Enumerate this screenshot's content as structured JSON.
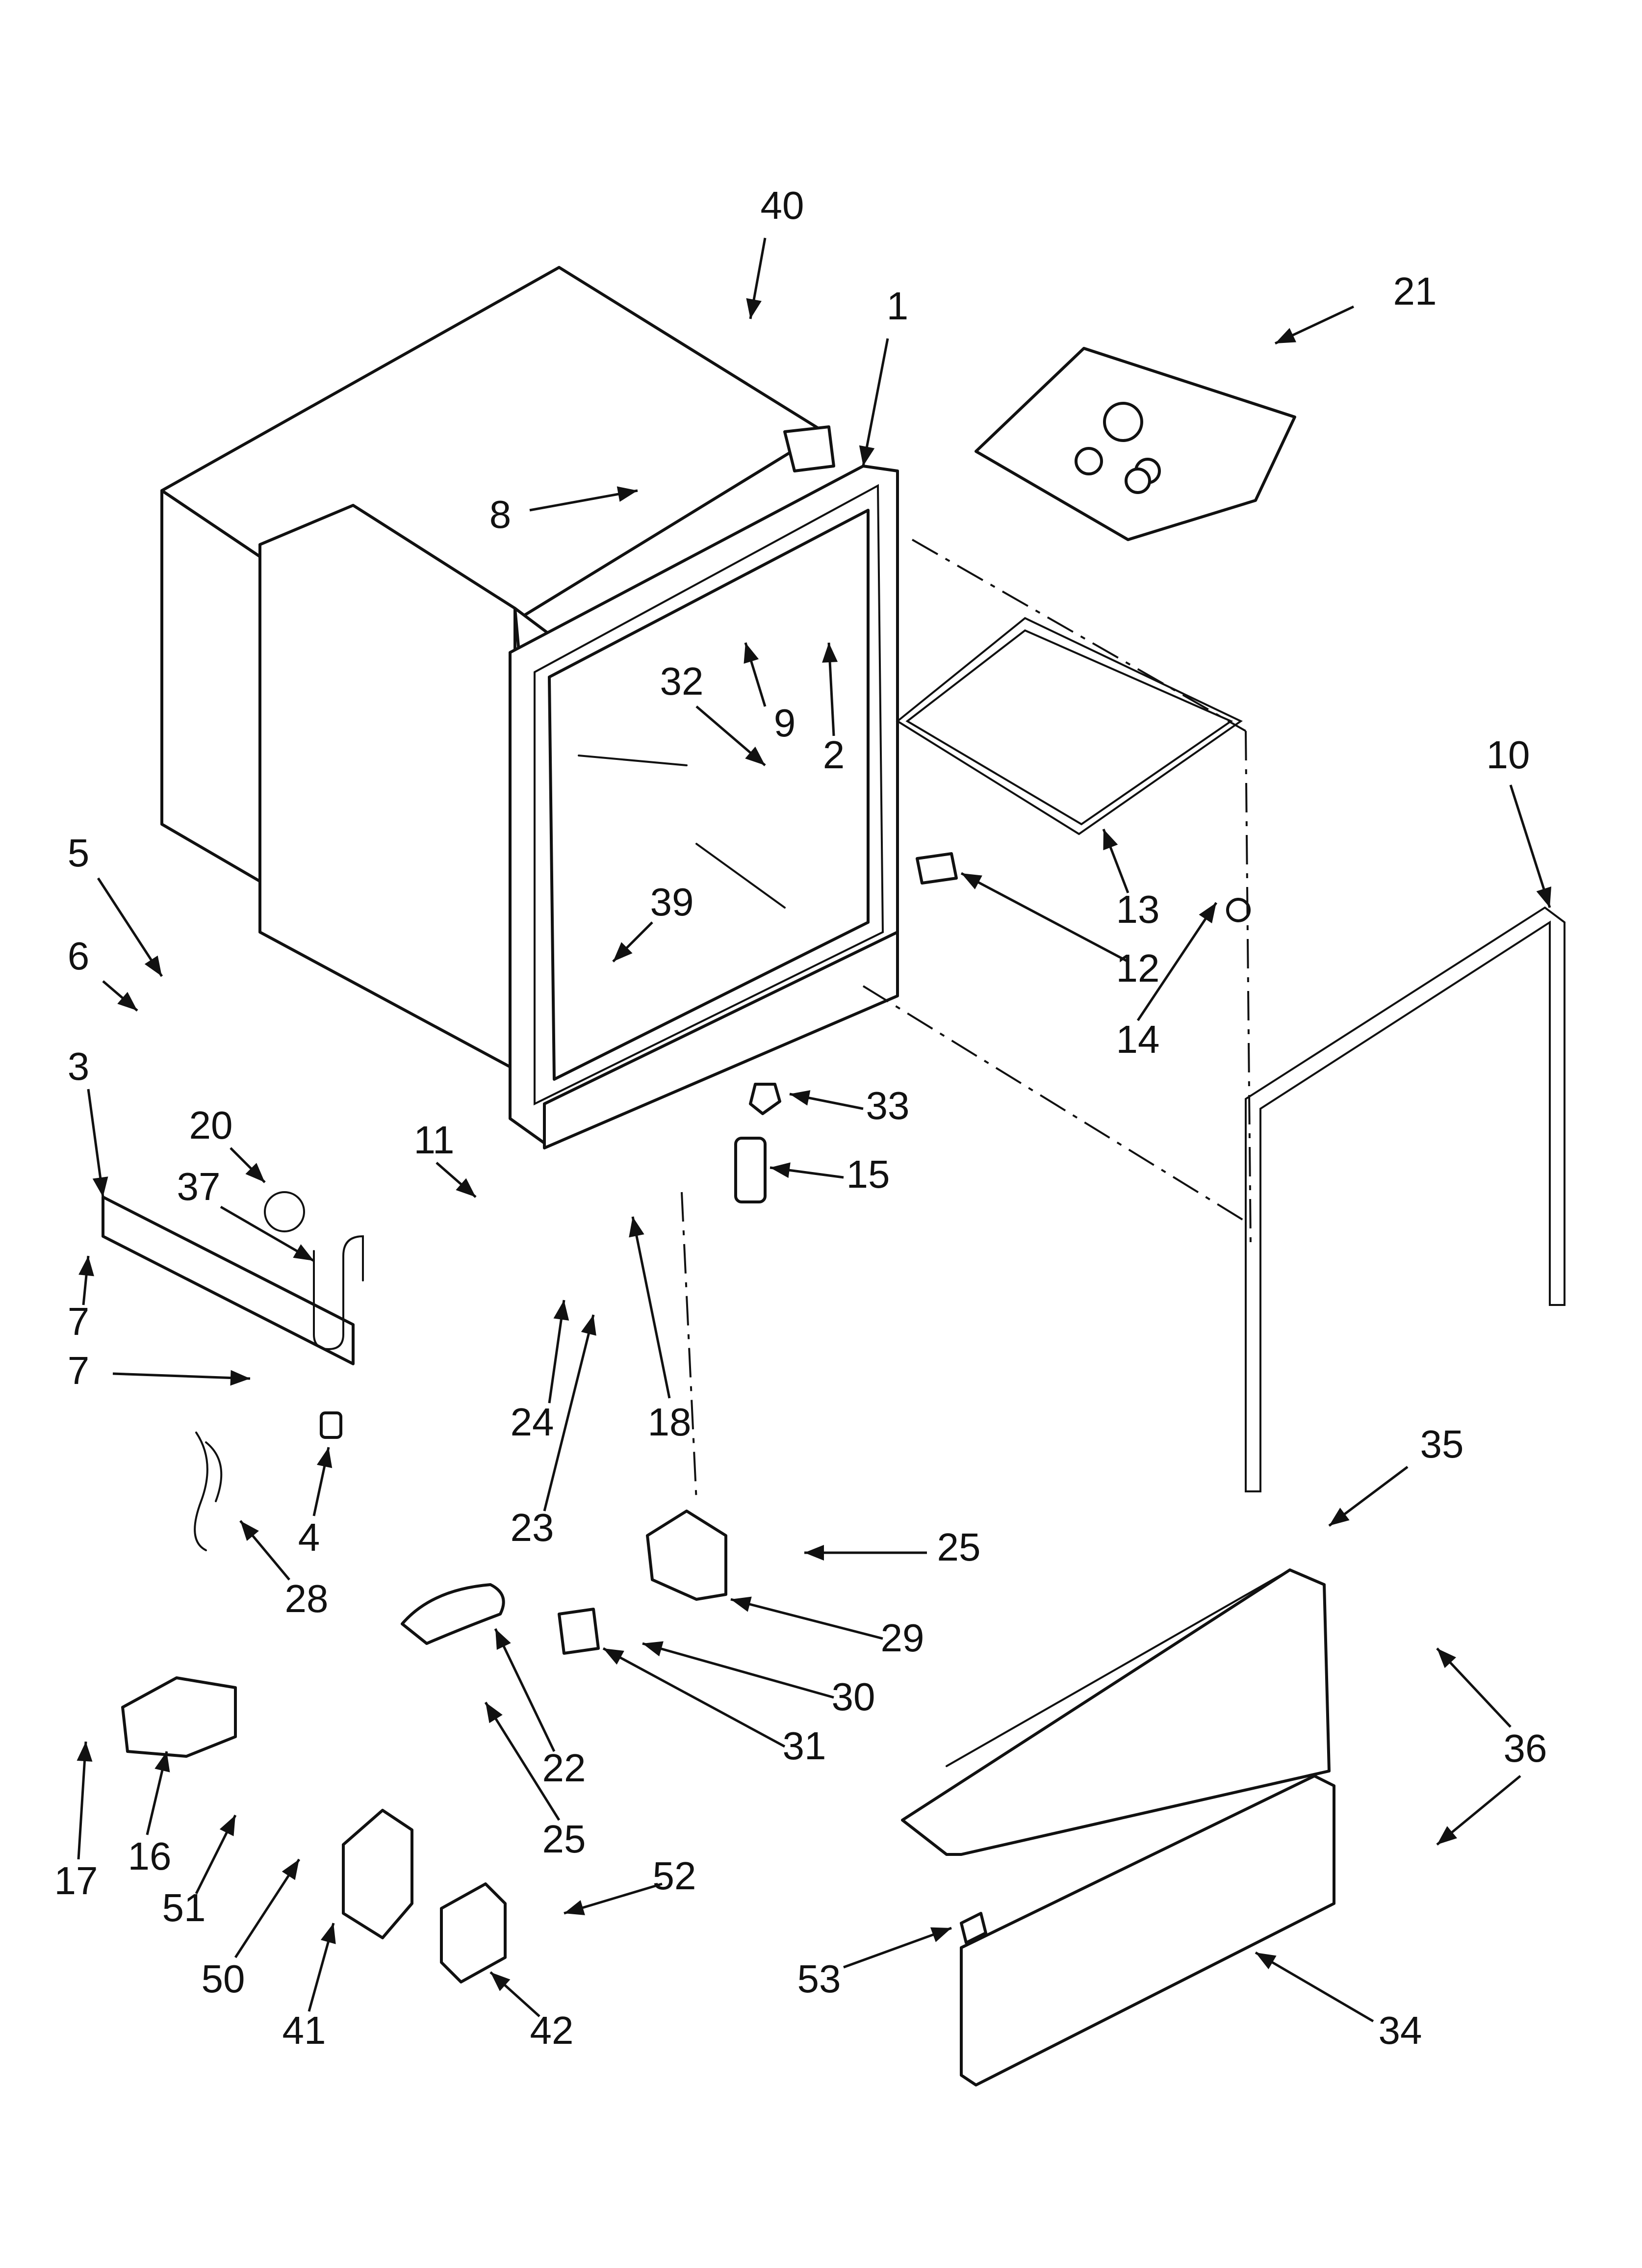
{
  "colors": {
    "line": "#111111",
    "background": "#ffffff"
  },
  "callouts": [
    {
      "id": "p40",
      "label": "40"
    },
    {
      "id": "p1",
      "label": "1"
    },
    {
      "id": "p21",
      "label": "21"
    },
    {
      "id": "p8",
      "label": "8"
    },
    {
      "id": "p9",
      "label": "9"
    },
    {
      "id": "p2",
      "label": "2"
    },
    {
      "id": "p32",
      "label": "32"
    },
    {
      "id": "p10",
      "label": "10"
    },
    {
      "id": "p13",
      "label": "13"
    },
    {
      "id": "p12",
      "label": "12"
    },
    {
      "id": "p14",
      "label": "14"
    },
    {
      "id": "p5",
      "label": "5"
    },
    {
      "id": "p6",
      "label": "6"
    },
    {
      "id": "p39",
      "label": "39"
    },
    {
      "id": "p3",
      "label": "3"
    },
    {
      "id": "p20",
      "label": "20"
    },
    {
      "id": "p11",
      "label": "11"
    },
    {
      "id": "p33",
      "label": "33"
    },
    {
      "id": "p37",
      "label": "37"
    },
    {
      "id": "p15",
      "label": "15"
    },
    {
      "id": "p7a",
      "label": "7"
    },
    {
      "id": "p7b",
      "label": "7"
    },
    {
      "id": "p24",
      "label": "24"
    },
    {
      "id": "p18",
      "label": "18"
    },
    {
      "id": "p4",
      "label": "4"
    },
    {
      "id": "p23",
      "label": "23"
    },
    {
      "id": "p35",
      "label": "35"
    },
    {
      "id": "p28",
      "label": "28"
    },
    {
      "id": "p25a",
      "label": "25"
    },
    {
      "id": "p29",
      "label": "29"
    },
    {
      "id": "p30",
      "label": "30"
    },
    {
      "id": "p31",
      "label": "31"
    },
    {
      "id": "p36",
      "label": "36"
    },
    {
      "id": "p22",
      "label": "22"
    },
    {
      "id": "p25b",
      "label": "25"
    },
    {
      "id": "p17",
      "label": "17"
    },
    {
      "id": "p16",
      "label": "16"
    },
    {
      "id": "p51",
      "label": "51"
    },
    {
      "id": "p52",
      "label": "52"
    },
    {
      "id": "p50",
      "label": "50"
    },
    {
      "id": "p41",
      "label": "41"
    },
    {
      "id": "p42",
      "label": "42"
    },
    {
      "id": "p53",
      "label": "53"
    },
    {
      "id": "p34",
      "label": "34"
    }
  ]
}
